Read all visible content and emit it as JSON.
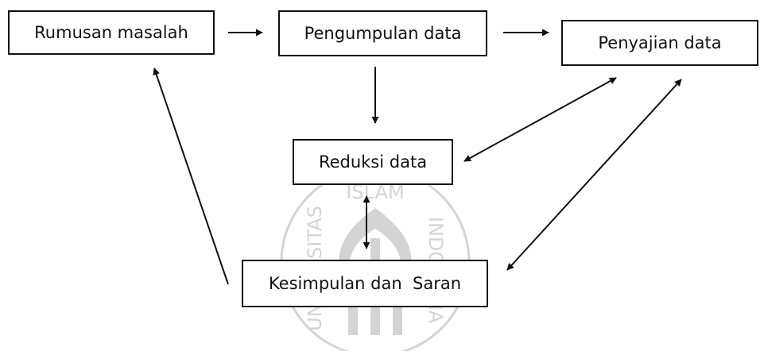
{
  "boxes": {
    "rumusan": "Rumusan masalah",
    "pengumpulan": "Pengumpulan data",
    "penyajian": "Penyajian data",
    "reduksi": "Reduksi data",
    "kesimpulan": "Kesimpulan dan  Saran"
  },
  "watermark": {
    "top": "ISLAM",
    "left": "UNIVERSITAS",
    "right": "INDONESIA"
  },
  "colors": {
    "ink": "#111111",
    "watermark": "#d4d4d4"
  }
}
